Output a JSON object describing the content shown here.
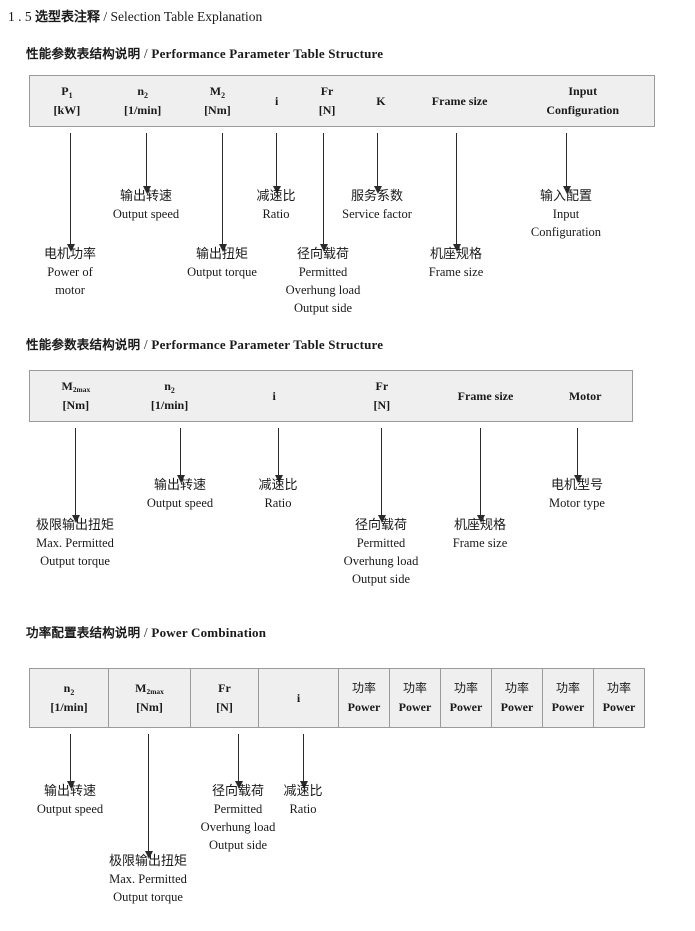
{
  "document": {
    "section_number": "1 . 5",
    "title_cn": "选型表注释",
    "title_sep": "/",
    "title_en": "Selection Table Explanation"
  },
  "sections": [
    {
      "heading_cn": "性能参数表结构说明",
      "heading_sep": "/",
      "heading_en": "Performance Parameter Table Structure",
      "table": {
        "columns": [
          {
            "line1": "P",
            "line1_sub": "1",
            "line2": "[kW]"
          },
          {
            "line1": "n",
            "line1_sub": "2",
            "line2": "[1/min]"
          },
          {
            "line1": "M",
            "line1_sub": "2",
            "line2": "[Nm]"
          },
          {
            "line1": "i",
            "line1_sub": "",
            "line2": ""
          },
          {
            "line1": "Fr",
            "line1_sub": "",
            "line2": "[N]"
          },
          {
            "line1": "K",
            "line1_sub": "",
            "line2": ""
          },
          {
            "line1": "Frame size",
            "line1_sub": "",
            "line2": ""
          },
          {
            "line1": "Input",
            "line1_sub": "",
            "line2": "Configuration"
          }
        ]
      },
      "notes": [
        {
          "cn": "电机功率",
          "en": [
            "Power of",
            "motor"
          ]
        },
        {
          "cn": "输出转速",
          "en": [
            "Output speed"
          ]
        },
        {
          "cn": "输出扭矩",
          "en": [
            "Output torque"
          ]
        },
        {
          "cn": "减速比",
          "en": [
            "Ratio"
          ]
        },
        {
          "cn": "径向载荷",
          "en": [
            "Permitted",
            "Overhung load",
            "Output side"
          ]
        },
        {
          "cn": "服务系数",
          "en": [
            "Service factor"
          ]
        },
        {
          "cn": "机座规格",
          "en": [
            "Frame size"
          ]
        },
        {
          "cn": "输入配置",
          "en": [
            "Input",
            "Configuration"
          ]
        }
      ]
    },
    {
      "heading_cn": "性能参数表结构说明",
      "heading_sep": "/",
      "heading_en": "Performance Parameter Table Structure",
      "table": {
        "columns": [
          {
            "line1": "M",
            "line1_sub": "2max",
            "line2": "[Nm]"
          },
          {
            "line1": "n",
            "line1_sub": "2",
            "line2": "[1/min]"
          },
          {
            "line1": "i",
            "line1_sub": "",
            "line2": ""
          },
          {
            "line1": "Fr",
            "line1_sub": "",
            "line2": "[N]"
          },
          {
            "line1": "Frame size",
            "line1_sub": "",
            "line2": ""
          },
          {
            "line1": "Motor",
            "line1_sub": "",
            "line2": ""
          }
        ]
      },
      "notes": [
        {
          "cn": "极限输出扭矩",
          "en": [
            "Max. Permitted",
            "Output  torque"
          ]
        },
        {
          "cn": "输出转速",
          "en": [
            "Output speed"
          ]
        },
        {
          "cn": "减速比",
          "en": [
            "Ratio"
          ]
        },
        {
          "cn": "径向载荷",
          "en": [
            "Permitted",
            "Overhung load",
            "Output side"
          ]
        },
        {
          "cn": "机座规格",
          "en": [
            "Frame size"
          ]
        },
        {
          "cn": "电机型号",
          "en": [
            "Motor type"
          ]
        }
      ]
    },
    {
      "heading_cn": "功率配置表结构说明",
      "heading_sep": "/",
      "heading_en": "Power Combination",
      "table": {
        "columns": [
          {
            "line1": "n",
            "line1_sub": "2",
            "line2": "[1/min]"
          },
          {
            "line1": "M",
            "line1_sub": "2max",
            "line2": "[Nm]"
          },
          {
            "line1": "Fr",
            "line1_sub": "",
            "line2": "[N]"
          },
          {
            "line1": "i",
            "line1_sub": "",
            "line2": ""
          },
          {
            "line1_cn": "功率",
            "line2_en": "Power"
          },
          {
            "line1_cn": "功率",
            "line2_en": "Power"
          },
          {
            "line1_cn": "功率",
            "line2_en": "Power"
          },
          {
            "line1_cn": "功率",
            "line2_en": "Power"
          },
          {
            "line1_cn": "功率",
            "line2_en": "Power"
          },
          {
            "line1_cn": "功率",
            "line2_en": "Power"
          }
        ]
      },
      "notes": [
        {
          "cn": "输出转速",
          "en": [
            "Output speed"
          ]
        },
        {
          "cn": "极限输出扭矩",
          "en": [
            "Max. Permitted",
            "Output  torque"
          ]
        },
        {
          "cn": "径向载荷",
          "en": [
            "Permitted",
            "Overhung load",
            "Output side"
          ]
        },
        {
          "cn": "减速比",
          "en": [
            "Ratio"
          ]
        }
      ]
    }
  ],
  "colors": {
    "table_fill": "#efefef",
    "table_border": "#9a9a9a",
    "arrow": "#2b2b2b",
    "text": "#1a1a1a"
  }
}
